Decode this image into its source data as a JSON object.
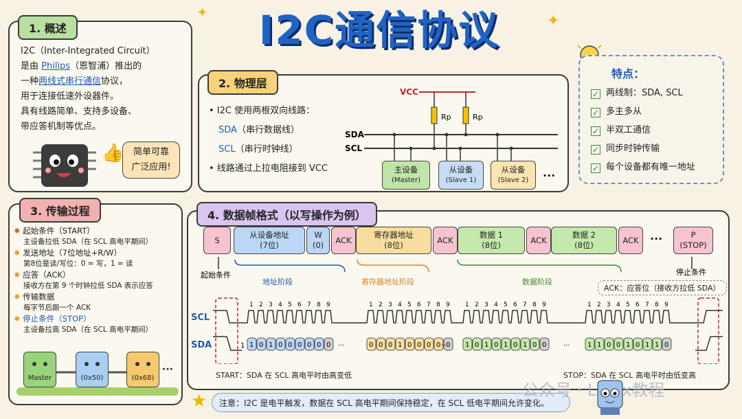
{
  "title": "I2C通信协议",
  "overview": {
    "heading": "1. 概述",
    "line1": "I2C（Inter-Integrated Circuit）",
    "l2a": "是由 ",
    "l2b": "Philips",
    "l2c": "（恩智浦）推出的",
    "l3a": "一种",
    "l3b": "两线式串行通信",
    "l3c": "协议，",
    "line4": "用于连接低速外设器件。",
    "line5": "具有线路简单、支持多设备、",
    "line6": "带应答机制等优点。",
    "bubble1": "简单可靠",
    "bubble2": "广泛应用!"
  },
  "physical": {
    "heading": "2. 物理层",
    "b1": "• I2C 使用两根双向线路：",
    "sda_name": "SDA",
    "sda_desc": "（串行数据线）",
    "scl_name": "SCL",
    "scl_desc": "（串行时钟线）",
    "b2": "• 线路通过上拉电阻接到 VCC",
    "vcc": "VCC",
    "rp": "Rp",
    "sda": "SDA",
    "scl": "SCL",
    "master1": "主设备",
    "master2": "(Master)",
    "slave1a": "从设备",
    "slave1b": "(Slave 1)",
    "slave2a": "从设备",
    "slave2b": "(Slave 2)",
    "more": "···"
  },
  "features": {
    "heading": "特点：",
    "items": [
      "两线制：SDA, SCL",
      "多主多从",
      "半双工通信",
      "同步时钟传输",
      "每个设备都有唯一地址"
    ]
  },
  "transfer": {
    "heading": "3. 传输过程",
    "s1t": "起始条件（START）",
    "s1d": "主设备拉低 SDA（在 SCL 高电平期间）",
    "s2t": "发送地址（7位地址+R/W）",
    "s2d": "第8位是读/写位：0 = 写，1 = 读",
    "s3t": "应答（ACK）",
    "s3d": "接收方在第 9 个时钟拉低 SDA 表示应答",
    "s4t": "传输数据",
    "s4d": "每字节后跟一个 ACK",
    "s5t": "停止条件（STOP）",
    "s5d": "主设备拉高 SDA（在 SCL 高电平期间）",
    "chip1": "Master",
    "chip2": "(0x50)",
    "chip3": "(0x68)",
    "more": "···"
  },
  "frame": {
    "heading": "4. 数据帧格式（以写操作为例）",
    "s": "S",
    "addr1": "从设备地址",
    "addr2": "(7位)",
    "w1": "W",
    "w2": "(0)",
    "ack": "ACK",
    "reg1": "寄存器地址",
    "reg2": "(8位)",
    "d1a": "数据 1",
    "d1b": "(8位)",
    "d2a": "数据 2",
    "d2b": "(8位)",
    "dots": "···",
    "p1": "P",
    "p2": "(STOP)",
    "start_cond": "起始条件",
    "stop_cond": "停止条件",
    "addr_phase": "地址阶段",
    "reg_phase": "寄存器地址阶段",
    "data_phase": "数据阶段",
    "ack_note": "ACK：应答位（接收方拉低 SDA）",
    "scl": "SCL",
    "sda": "SDA",
    "clk": [
      "1",
      "2",
      "3",
      "4",
      "5",
      "6",
      "7",
      "8",
      "9"
    ],
    "bits_addr": [
      "1",
      "0",
      "1",
      "0",
      "0",
      "0",
      "0",
      "0"
    ],
    "bits_reg": [
      "0",
      "0",
      "0",
      "1",
      "0",
      "0",
      "0",
      "0"
    ],
    "bits_d1": [
      "1",
      "0",
      "1",
      "0",
      "1",
      "0",
      "1",
      "0"
    ],
    "bits_d2": [
      "1",
      "1",
      "0",
      "0",
      "1",
      "0",
      "1",
      "1"
    ],
    "ack_bit": "0",
    "lead_bit": "1",
    "start_note": "START：SDA 在 SCL 高电平时由高变低",
    "stop_note": "STOP：SDA 在 SCL 高电平时由低变高"
  },
  "note": "注意：I2C 是电平触发，数据在 SCL 高电平期间保持稳定，在 SCL 低电平期间允许变化。",
  "watermark": "公众号 · Linux教程",
  "colors": {
    "blue": "#1f5bb5",
    "orange": "#d9822b",
    "green": "#3d8b3d",
    "purple": "#7a5ab8"
  }
}
